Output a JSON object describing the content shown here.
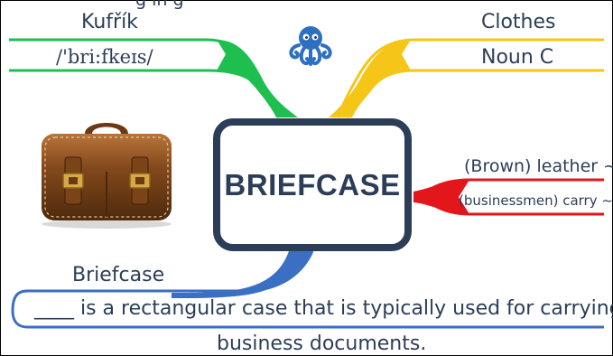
{
  "header": {
    "cut_text": "g  in  g"
  },
  "center": {
    "word": "BRIEFCASE"
  },
  "top_left": {
    "translation": "Kufřík",
    "pronunciation": "/'bri:fkeɪs/"
  },
  "top_right": {
    "category": "Clothes",
    "part_of_speech": "Noun C"
  },
  "right": {
    "collocation_1": "(Brown) leather ~",
    "collocation_2": "(businessmen) carry ~s"
  },
  "bottom": {
    "word": "Briefcase",
    "definition_line1": "____ is a rectangular case that is typically used for carrying",
    "definition_line2": "business documents."
  },
  "icons": {
    "logo": "octopus-logo-icon",
    "image": "briefcase-illustration"
  },
  "colors": {
    "green": "#1fbf4f",
    "yellow": "#f5c518",
    "red": "#e3161b",
    "blue": "#3a6fc4",
    "navy": "#2c3e57"
  }
}
